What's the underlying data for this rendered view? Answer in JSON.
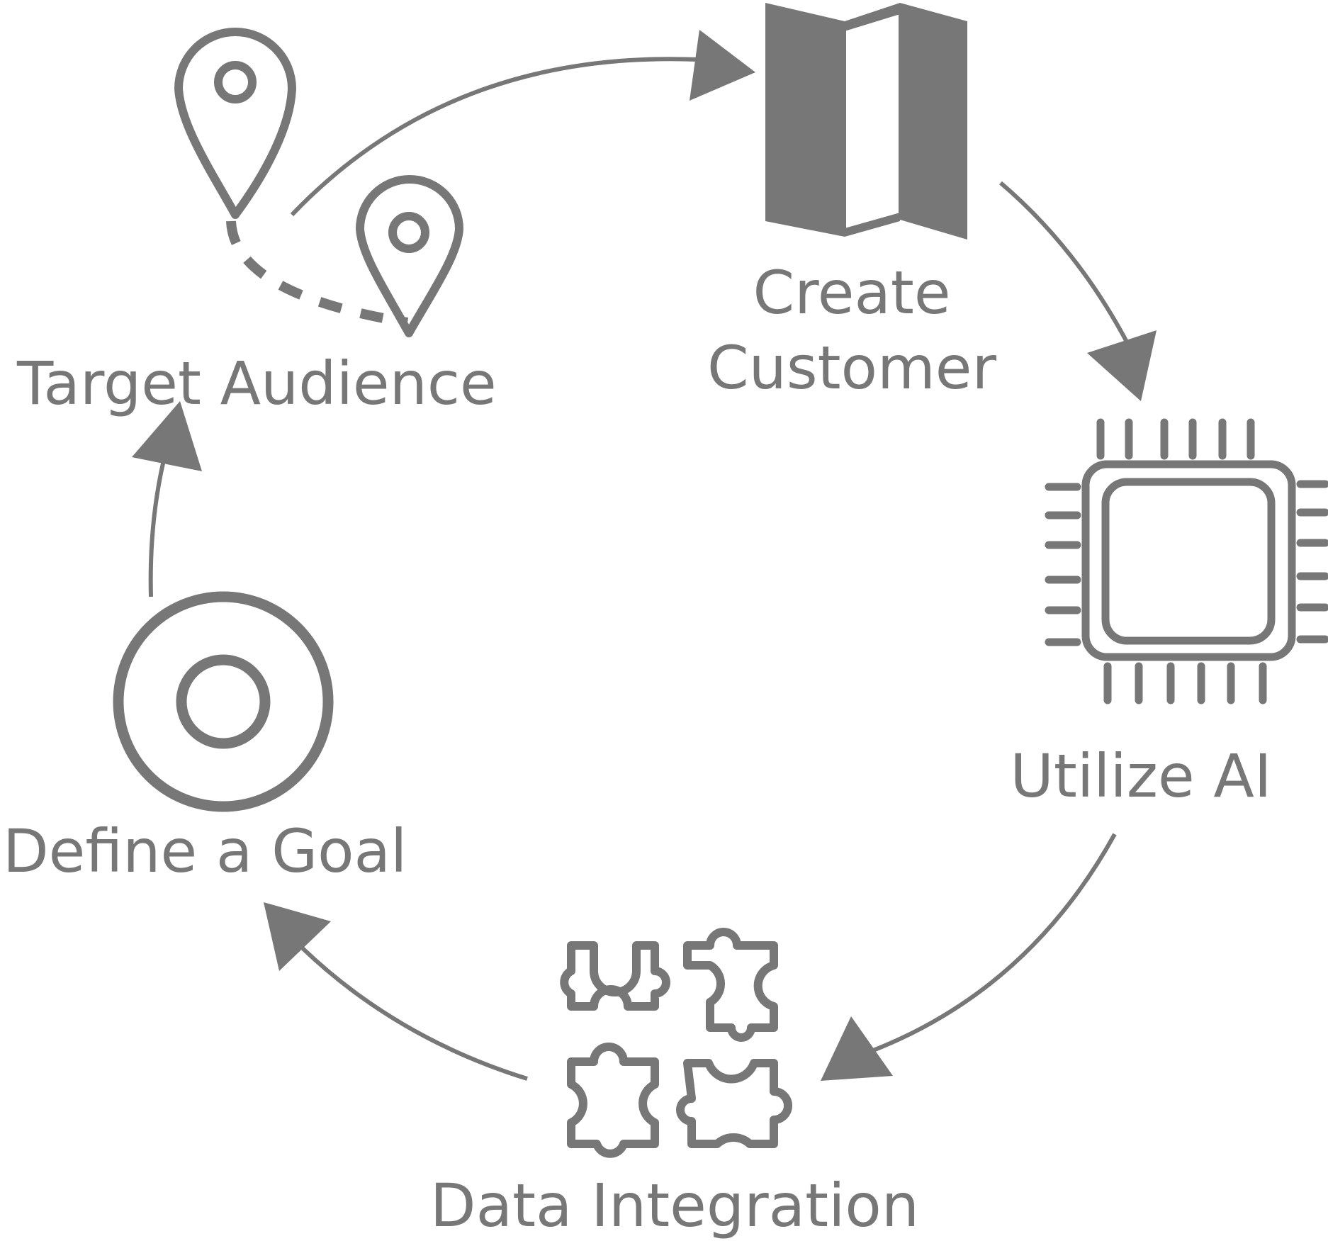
{
  "diagram": {
    "type": "cycle",
    "color": "#777777",
    "steps": [
      {
        "label": "Target Audience",
        "icon": "map-pin-route-icon"
      },
      {
        "label": "Create Customer",
        "icon": "folded-map-icon"
      },
      {
        "label": "Utilize AI",
        "icon": "cpu-chip-icon"
      },
      {
        "label": "Data Integration",
        "icon": "puzzle-pieces-icon"
      },
      {
        "label": "Define a Goal",
        "icon": "target-icon"
      }
    ],
    "labels": {
      "target_audience": "Target Audience",
      "create_customer_line1": "Create",
      "create_customer_line2": "Customer",
      "utilize_ai": "Utilize AI",
      "data_integration": "Data Integration",
      "define_goal": "Define a Goal"
    }
  }
}
